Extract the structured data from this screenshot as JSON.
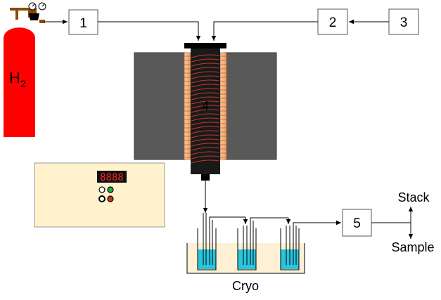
{
  "gas_cylinder": {
    "label_main": "H",
    "label_sub": "2"
  },
  "boxes": {
    "box1": "1",
    "box2": "2",
    "box3": "3",
    "box5": "5"
  },
  "reactor": {
    "label": "4"
  },
  "controller": {
    "display": "8888"
  },
  "cryo": {
    "label": "Cryo"
  },
  "outputs": {
    "stack": "Stack",
    "sample": "Sample"
  },
  "colors": {
    "cylinder": "#ff0000",
    "furnace": "#595959",
    "heater": "#f4b183",
    "liquid": "#29c5dd",
    "controller_panel": "#fff2cc",
    "cryo_bath": "#fdf0d5"
  }
}
